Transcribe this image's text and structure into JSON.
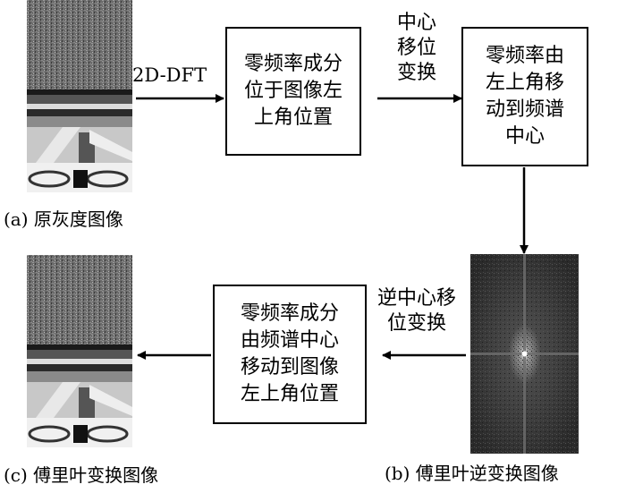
{
  "nodes": {
    "box1": "零频率成分\n位于图像左\n上角位置",
    "box2": "零频率由\n左上角移\n动到频谱\n中心",
    "box3": "零频率成分\n由频谱中心\n移动到图像\n左上角位置"
  },
  "edges": {
    "e1": "2D-DFT",
    "e2": "中心\n移位\n变换",
    "e4": "逆中心移\n位变换"
  },
  "captions": {
    "a": "(a)  原灰度图像",
    "b": "(b)  傅里叶逆变换图像",
    "c": "(c)  傅里叶变换图像"
  }
}
